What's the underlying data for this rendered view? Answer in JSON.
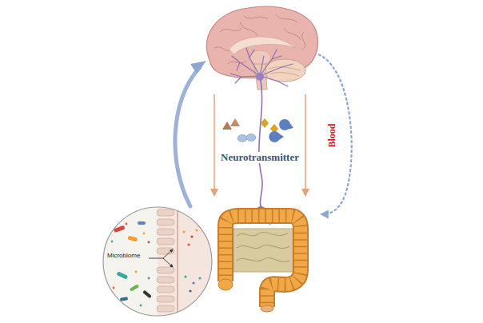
{
  "diagram": {
    "nodes": [
      {
        "text": [
          "Microbiome"
        ]
      }
    ],
    "labels": [
      "Neurotransmitter",
      "Blood"
    ]
  }
}
